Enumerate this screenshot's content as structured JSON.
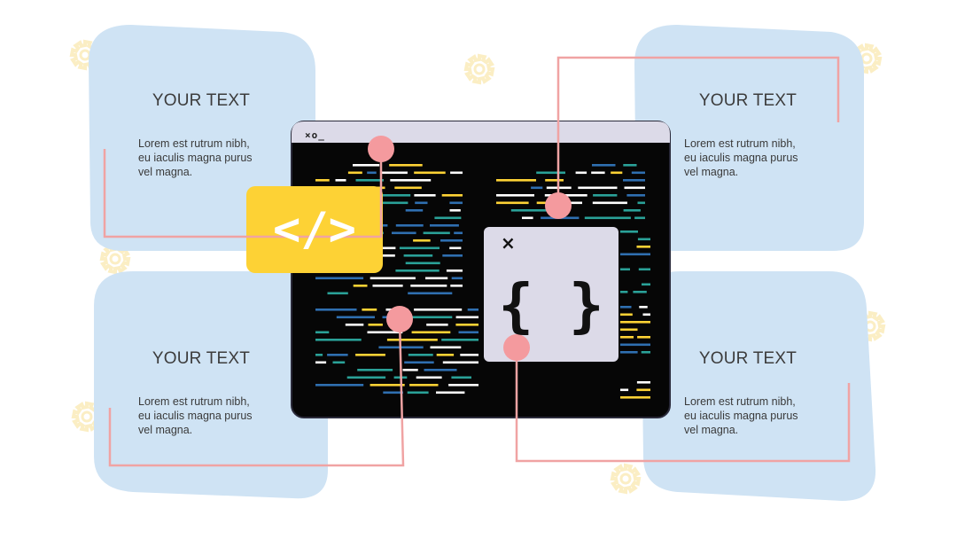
{
  "cards": [
    {
      "title": "YOUR TEXT",
      "body_lines": [
        "Lorem est rutrum nibh,",
        "eu iaculis magna purus",
        "vel magna."
      ]
    },
    {
      "title": "YOUR TEXT",
      "body_lines": [
        "Lorem est rutrum nibh,",
        "eu iaculis magna purus",
        "vel magna."
      ]
    },
    {
      "title": "YOUR TEXT",
      "body_lines": [
        "Lorem est rutrum nibh,",
        "eu iaculis magna purus",
        "vel magna."
      ]
    },
    {
      "title": "YOUR TEXT",
      "body_lines": [
        "Lorem est rutrum nibh,",
        "eu iaculis magna purus",
        "vel magna."
      ]
    }
  ],
  "window": {
    "controls": "×o_"
  },
  "code_tag": {
    "symbol": "</>"
  },
  "dialog": {
    "close": "×",
    "symbol": "{ }"
  },
  "colors": {
    "card_fill": "#cfe3f4",
    "connector": "#f0a3a3",
    "connector_dot": "#f49a9e",
    "code_tag": "#fdd235",
    "window_titlebar": "#dcdae8",
    "window_body": "#060606",
    "dialog": "#dcdae8",
    "gear": "#fbeec4",
    "code_white": "#ffffff",
    "code_yellow": "#fdd235",
    "code_teal": "#2aa198",
    "code_blue": "#2f6fb0"
  },
  "icons": [
    "gear-icon",
    "close-icon",
    "code-tag-icon",
    "braces-icon"
  ]
}
